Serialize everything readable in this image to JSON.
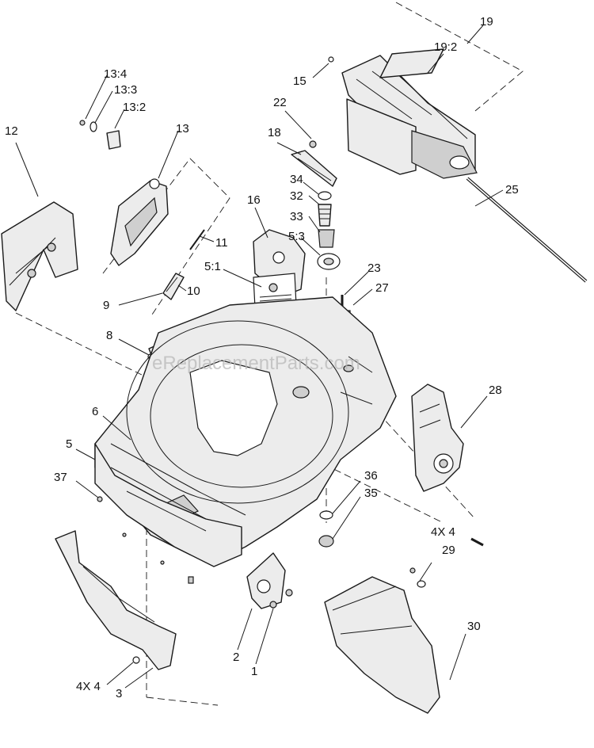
{
  "watermark": "eReplacementParts.com",
  "callouts": {
    "c19": "19",
    "c19_2": "19:2",
    "c15": "15",
    "c25": "25",
    "c13_4": "13:4",
    "c13_3": "13:3",
    "c13_2": "13:2",
    "c13": "13",
    "c12": "12",
    "c22": "22",
    "c18": "18",
    "c34": "34",
    "c32": "32",
    "c33": "33",
    "c5_3": "5:3",
    "c16": "16",
    "c11": "11",
    "c5_1": "5:1",
    "c10": "10",
    "c9": "9",
    "c23": "23",
    "c27": "27",
    "c8": "8",
    "c28": "28",
    "c6": "6",
    "c5": "5",
    "c37": "37",
    "c36": "36",
    "c35": "35",
    "c4x4_r": "4X 4",
    "c29": "29",
    "c30": "30",
    "c2": "2",
    "c1": "1",
    "c4x4_l": "4X 4",
    "c3": "3"
  }
}
